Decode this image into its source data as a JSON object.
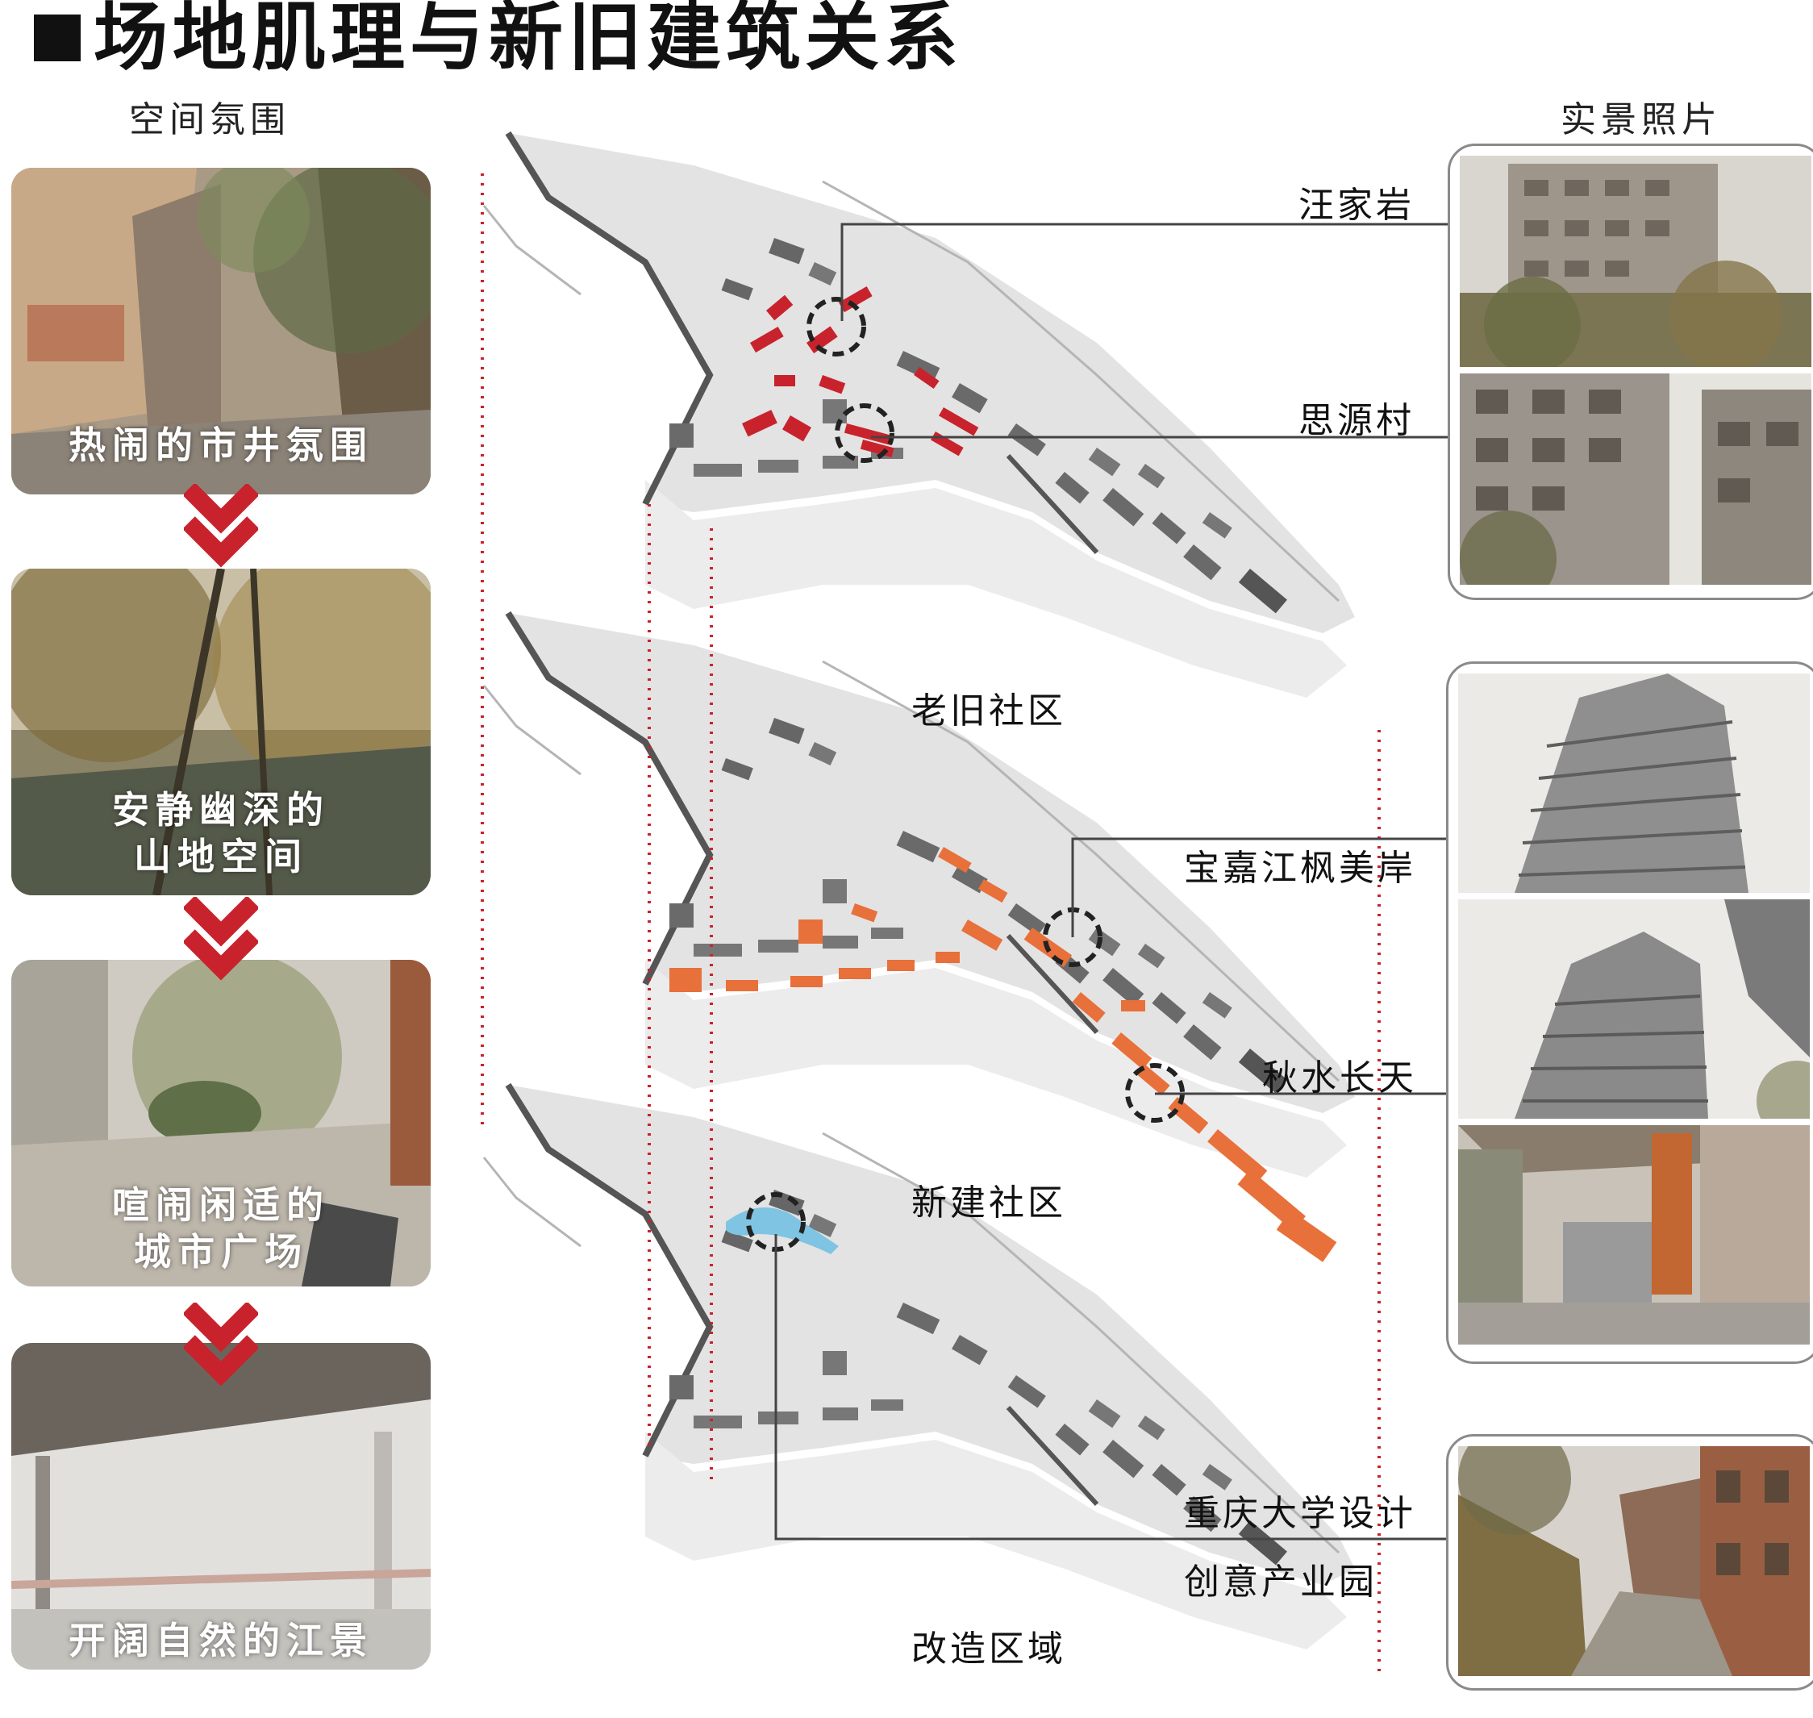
{
  "title": "场地肌理与新旧建筑关系",
  "headers": {
    "left": "空间氛围",
    "right": "实景照片"
  },
  "atmosphere": [
    {
      "lines": [
        "热闹的市井氛围"
      ]
    },
    {
      "lines": [
        "安静幽深的",
        "山地空间"
      ]
    },
    {
      "lines": [
        "喧闹闲适的",
        "城市广场"
      ]
    },
    {
      "lines": [
        "开阔自然的江景"
      ]
    }
  ],
  "layers": [
    {
      "name": "老旧社区",
      "highlight_color": "#c8232c"
    },
    {
      "name": "新建社区",
      "highlight_color": "#e8703a"
    },
    {
      "name": "改造区域",
      "highlight_color": "#7fc4e2"
    }
  ],
  "sites": {
    "wangjiayan": "汪家岩",
    "siyuancun": "思源村",
    "baojia": "宝嘉江枫美岸",
    "qiushui": "秋水长天",
    "cqu_line1": "重庆大学设计",
    "cqu_line2": "创意产业园"
  },
  "colors": {
    "accent_red": "#c8232c",
    "building_gray": "#6e6e6e",
    "site_gray": "#e4e4e4"
  }
}
